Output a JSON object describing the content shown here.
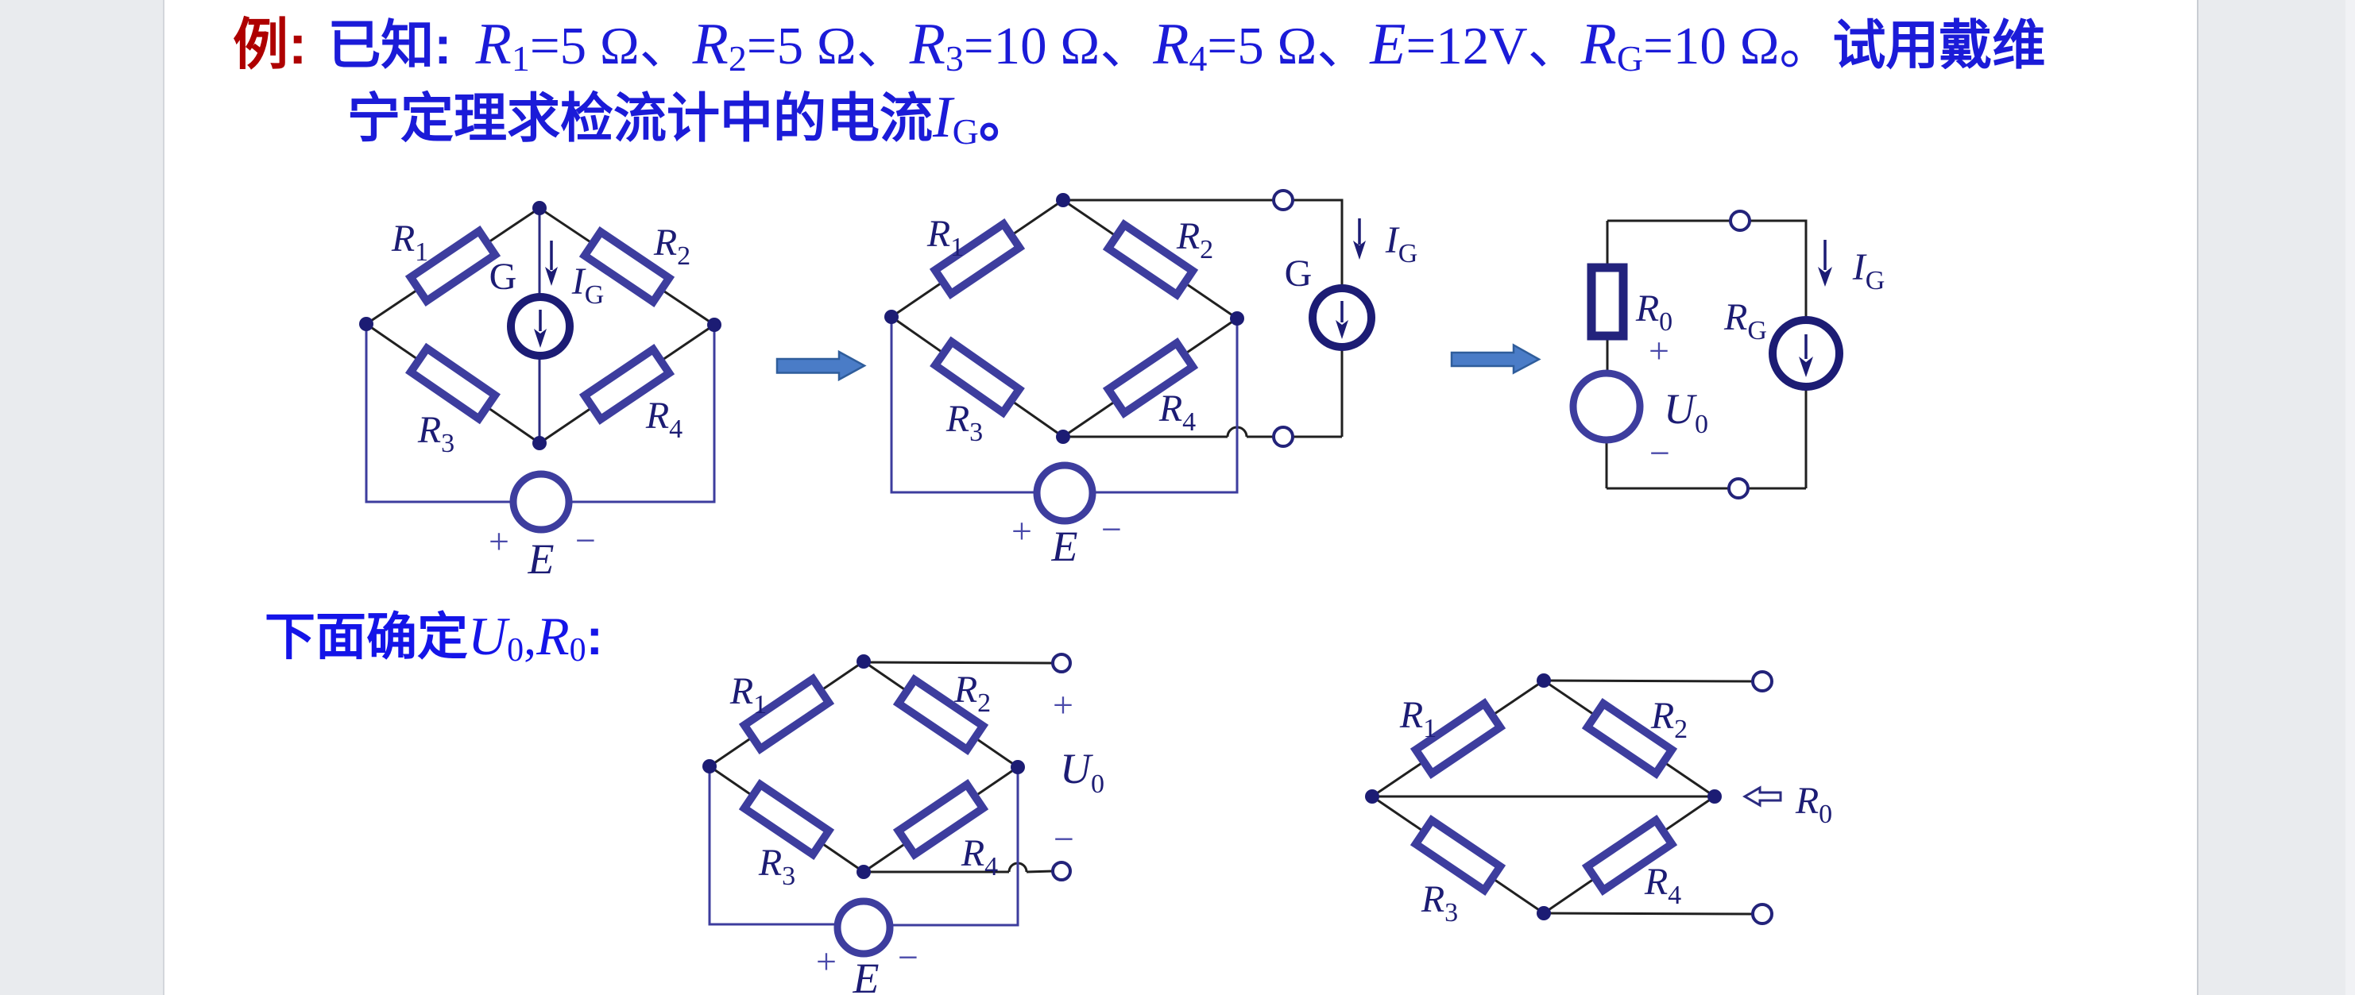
{
  "colors": {
    "tag_red": "#ae0000",
    "title_blue": "#1b1bd8",
    "section_blue": "#1414e8",
    "component_navy": "#1c1c74",
    "component_slate": "#3d3d9e",
    "wire_black": "#202020",
    "block_arrow_fill": "#4a7cc7",
    "block_arrow_stroke": "#2f5d9b",
    "gutter_gray": "#e9ebee"
  },
  "title": {
    "tag": "例:",
    "known": "已知:",
    "terms": [
      {
        "base": "R",
        "sub": "1",
        "rest": "=5 Ω、"
      },
      {
        "base": "R",
        "sub": "2",
        "rest": "=5 Ω、"
      },
      {
        "base": "R",
        "sub": "3",
        "rest": "=10 Ω、"
      },
      {
        "base": "R",
        "sub": "4",
        "rest": "=5 Ω、"
      },
      {
        "base": "E",
        "sub": "",
        "rest": "=12V、"
      },
      {
        "base": "R",
        "sub": "G",
        "rest": "=10 Ω。"
      }
    ],
    "tail": "试用戴维",
    "line2": {
      "cn": "宁定理求检流计中的电流",
      "base": "I",
      "sub": "G",
      "end": "。"
    }
  },
  "section": {
    "cn": "下面确定",
    "u_base": "U",
    "u_sub": "0",
    "comma": ",",
    "r_base": "R",
    "r_sub": "0",
    "colon": ":"
  },
  "circuit1": {
    "r1": [
      "R",
      "1"
    ],
    "r2": [
      "R",
      "2"
    ],
    "r3": [
      "R",
      "3"
    ],
    "r4": [
      "R",
      "4"
    ],
    "g": "G",
    "ig": [
      "I",
      "G"
    ],
    "e": "E",
    "plus": "+",
    "minus": "−"
  },
  "circuit2": {
    "r1": [
      "R",
      "1"
    ],
    "r2": [
      "R",
      "2"
    ],
    "r3": [
      "R",
      "3"
    ],
    "r4": [
      "R",
      "4"
    ],
    "g": "G",
    "ig": [
      "I",
      "G"
    ],
    "e": "E",
    "plus": "+",
    "minus": "−"
  },
  "circuit3": {
    "r0": [
      "R",
      "0"
    ],
    "u0": [
      "U",
      "0"
    ],
    "rg": [
      "R",
      "G"
    ],
    "ig": [
      "I",
      "G"
    ],
    "plus": "+",
    "minus": "−"
  },
  "circuit4": {
    "r1": [
      "R",
      "1"
    ],
    "r2": [
      "R",
      "2"
    ],
    "r3": [
      "R",
      "3"
    ],
    "r4": [
      "R",
      "4"
    ],
    "u0": [
      "U",
      "0"
    ],
    "plus": "+",
    "minus": "−",
    "e": "E",
    "e_plus": "+",
    "e_minus": "−"
  },
  "circuit5": {
    "r1": [
      "R",
      "1"
    ],
    "r2": [
      "R",
      "2"
    ],
    "r3": [
      "R",
      "3"
    ],
    "r4": [
      "R",
      "4"
    ],
    "r0": [
      "R",
      "0"
    ]
  }
}
